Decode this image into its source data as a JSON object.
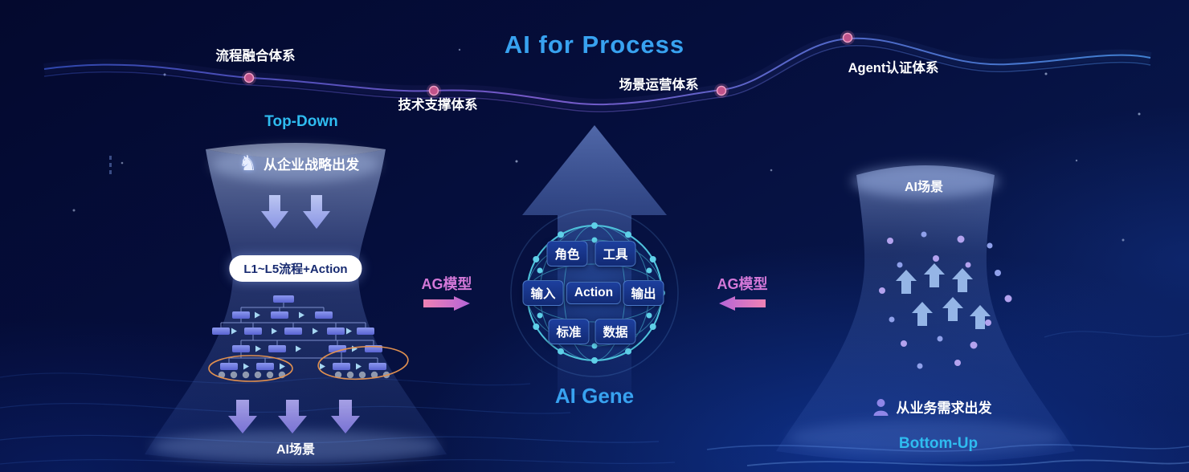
{
  "title": "AI for Process",
  "timeline": {
    "nodes": [
      {
        "label": "流程融合体系"
      },
      {
        "label": "技术支撑体系"
      },
      {
        "label": "场景运营体系"
      },
      {
        "label": "Agent认证体系"
      }
    ]
  },
  "left_funnel": {
    "heading": "Top-Down",
    "source": "从企业战略出发",
    "pill": "L1~L5流程+Action",
    "bottom_label": "AI场景"
  },
  "center": {
    "gene_caption": "AI Gene",
    "left_model_label": "AG模型",
    "right_model_label": "AG模型",
    "cells": [
      "角色",
      "工具",
      "输入",
      "Action",
      "输出",
      "标准",
      "数据"
    ]
  },
  "right_funnel": {
    "heading": "Bottom-Up",
    "top_label": "AI场景",
    "source": "从业务需求出发"
  },
  "icons": {
    "knight": "♞"
  },
  "colors": {
    "title_blue": "#38a2f0",
    "cyan_heading": "#2fbcf0",
    "pink_label": "#d478d8",
    "node_pink": "#c1538a",
    "highlight_orange": "#e09050",
    "sphere_cyan": "#4fc3dc",
    "background_navy": "#050e3c"
  }
}
